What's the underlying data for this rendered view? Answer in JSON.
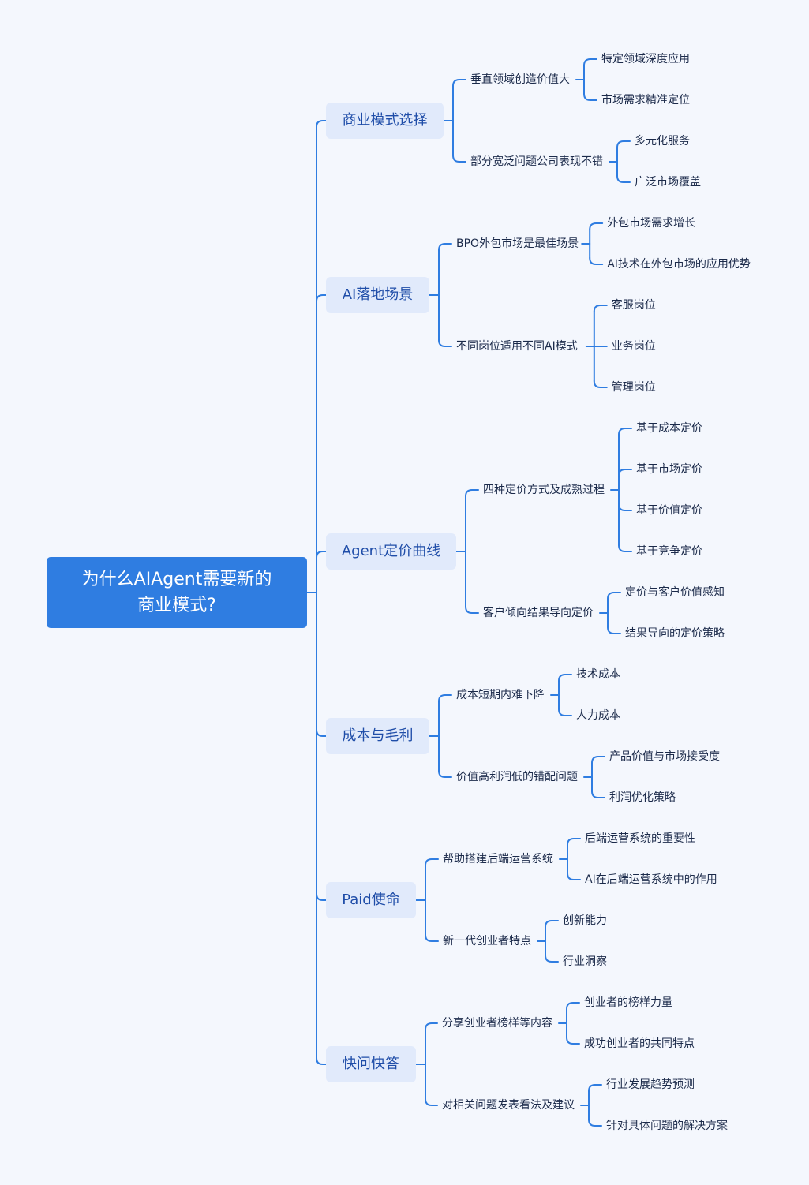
{
  "root": {
    "line1": "为什么AIAgent需要新的",
    "line2": "商业模式?"
  },
  "colors": {
    "link": "#2f7de1",
    "root_bg": "#2f7de1",
    "topic_bg": "#e1eafb",
    "topic_text": "#1f4da8",
    "text": "#1b2a4a",
    "background": "#f4f7fd"
  },
  "branches": [
    {
      "label": "商业模式选择",
      "children": [
        {
          "label": "垂直领域创造价值大",
          "children": [
            "特定领域深度应用",
            "市场需求精准定位"
          ]
        },
        {
          "label": "部分宽泛问题公司表现不错",
          "children": [
            "多元化服务",
            "广泛市场覆盖"
          ]
        }
      ]
    },
    {
      "label": "AI落地场景",
      "children": [
        {
          "label": "BPO外包市场是最佳场景",
          "children": [
            "外包市场需求增长",
            "AI技术在外包市场的应用优势"
          ]
        },
        {
          "label": "不同岗位适用不同AI模式",
          "children": [
            "客服岗位",
            "业务岗位",
            "管理岗位"
          ]
        }
      ]
    },
    {
      "label": "Agent定价曲线",
      "children": [
        {
          "label": "四种定价方式及成熟过程",
          "children": [
            "基于成本定价",
            "基于市场定价",
            "基于价值定价",
            "基于竞争定价"
          ]
        },
        {
          "label": "客户倾向结果导向定价",
          "children": [
            "定价与客户价值感知",
            "结果导向的定价策略"
          ]
        }
      ]
    },
    {
      "label": "成本与毛利",
      "children": [
        {
          "label": "成本短期内难下降",
          "children": [
            "技术成本",
            "人力成本"
          ]
        },
        {
          "label": "价值高利润低的错配问题",
          "children": [
            "产品价值与市场接受度",
            "利润优化策略"
          ]
        }
      ]
    },
    {
      "label": "Paid使命",
      "children": [
        {
          "label": "帮助搭建后端运营系统",
          "children": [
            "后端运营系统的重要性",
            "AI在后端运营系统中的作用"
          ]
        },
        {
          "label": "新一代创业者特点",
          "children": [
            "创新能力",
            "行业洞察"
          ]
        }
      ]
    },
    {
      "label": "快问快答",
      "children": [
        {
          "label": "分享创业者榜样等内容",
          "children": [
            "创业者的榜样力量",
            "成功创业者的共同特点"
          ]
        },
        {
          "label": "对相关问题发表看法及建议",
          "children": [
            "行业发展趋势预测",
            "针对具体问题的解决方案"
          ]
        }
      ]
    }
  ]
}
